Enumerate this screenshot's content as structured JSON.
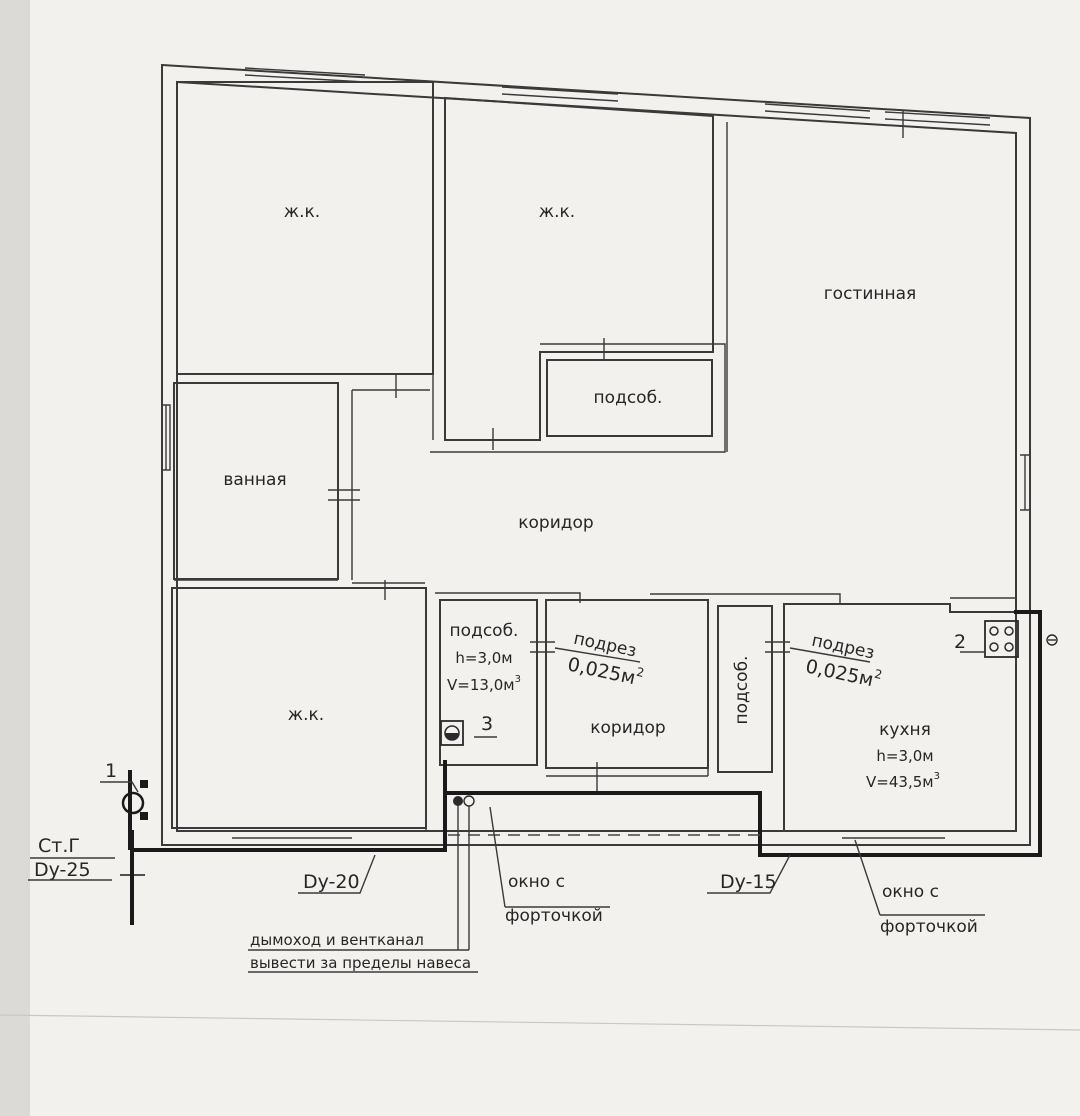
{
  "rooms": {
    "bedroom_top_left": "ж.к.",
    "bedroom_top_middle": "ж.к.",
    "bedroom_bottom_left": "ж.к.",
    "living_room": "гостинная",
    "utility_top": "подсоб.",
    "bathroom": "ванная",
    "corridor_main": "коридор",
    "corridor_small": "коридор",
    "utility_narrow": "подсоб.",
    "utility_gas": {
      "name": "подсоб.",
      "height": "h=3,0м",
      "volume": "V=13,0м"
    },
    "kitchen": {
      "name": "кухня",
      "height": "h=3,0м",
      "volume": "V=43,5м"
    },
    "volume_exponent": "3"
  },
  "door_undercut": {
    "label": "подрез",
    "area": "0,025м",
    "exponent": "2"
  },
  "callouts": {
    "riser_number": "1",
    "stove_number": "2",
    "heater_number": "3",
    "riser_label": "Ст.Г",
    "riser_diameter": "Dy-25",
    "pipe_main": "Dy-20",
    "pipe_branch": "Dy-15",
    "window_label_1": "окно с",
    "window_label_2": "форточкой",
    "chimney_line_1": "дымоход и вентканал",
    "chimney_line_2": "вывести за пределы навеса"
  },
  "colors": {
    "paper": "#f2f1ee",
    "ink": "#2a2a2a"
  }
}
